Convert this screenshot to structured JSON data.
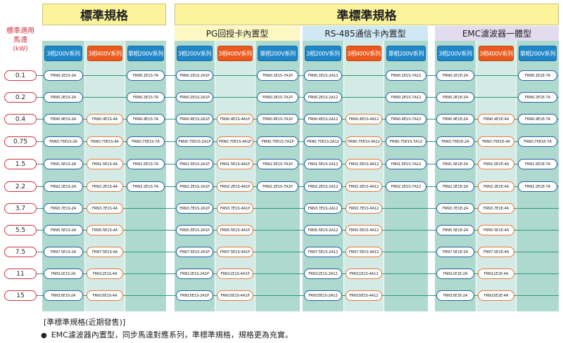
{
  "headers": {
    "standard": "標準規格",
    "quasi": "準標準規格",
    "rating": [
      "標準適用",
      "馬達",
      "(kW)"
    ],
    "groups": [
      "PG回授卡內置型",
      "RS-485通信卡內置型",
      "EMC濾波器一體型"
    ]
  },
  "series_labels": {
    "p3_200": "3相200V系列",
    "p3_400": "3相400V系列",
    "p1_200": "單相200V系列"
  },
  "ratings": [
    "0.1",
    "0.2",
    "0.4",
    "0.75",
    "1.5",
    "2.2",
    "3.7",
    "5.5",
    "7.5",
    "11",
    "15"
  ],
  "models": {
    "std_200": [
      "FRN0.1E1S-2A",
      "FRN0.2E1S-2A",
      "FRN0.4E1S-2A",
      "FRN0.75E1S-2A",
      "FRN1.5E1S-2A",
      "FRN2.2E1S-2A",
      "FRN3.7E1S-2A",
      "FRN5.5E1S-2A",
      "FRN7.5E1S-2A",
      "FRN11E1S-2A",
      "FRN15E1S-2A"
    ],
    "std_400": [
      "",
      "",
      "FRN0.4E1S-4A",
      "FRN0.75E1S-4A",
      "FRN1.5E1S-4A",
      "FRN2.2E1S-4A",
      "FRN3.7E1S-4A",
      "FRN5.5E1S-4A",
      "FRN7.5E1S-4A",
      "FRN11E1S-4A",
      "FRN15E1S-4A"
    ],
    "std_1p": [
      "FRN0.1E1S-7A",
      "FRN0.2E1S-7A",
      "FRN0.4E1S-7A",
      "FRN0.75E1S-7A",
      "FRN1.5E1S-7A",
      "FRN2.2E1S-7A",
      "",
      "",
      "",
      "",
      ""
    ],
    "pg_200": [
      "FRN0.1E1S-2A1P",
      "FRN0.2E1S-2A1P",
      "FRN0.4E1S-2A1P",
      "FRN0.75E1S-2A1P",
      "FRN1.5E1S-2A1P",
      "FRN2.2E1S-2A1P",
      "FRN3.7E1S-2A1P",
      "FRN5.5E1S-2A1P",
      "FRN7.5E1S-2A1P",
      "FRN11E1S-2A1P",
      "FRN15E1S-2A1P"
    ],
    "pg_400": [
      "",
      "",
      "FRN0.4E1S-4A1P",
      "FRN0.75E1S-4A1P",
      "FRN1.5E1S-4A1P",
      "FRN2.2E1S-4A1P",
      "FRN3.7E1S-4A1P",
      "FRN5.5E1S-4A1P",
      "FRN7.5E1S-4A1P",
      "FRN11E1S-4A1P",
      "FRN15E1S-4A1P"
    ],
    "pg_1p": [
      "FRN0.1E1S-7A1P",
      "FRN0.2E1S-7A1P",
      "FRN0.4E1S-7A1P",
      "FRN0.75E1S-7A1P",
      "FRN1.5E1S-7A1P",
      "FRN2.2E1S-7A1P",
      "",
      "",
      "",
      "",
      ""
    ],
    "rs_200": [
      "FRN0.1E1S-2A12",
      "FRN0.2E1S-2A12",
      "FRN0.4E1S-2A12",
      "FRN0.75E1S-2A12",
      "FRN1.5E1S-2A12",
      "FRN2.2E1S-2A12",
      "FRN3.7E1S-2A12",
      "FRN5.5E1S-2A12",
      "FRN7.5E1S-2A12",
      "FRN11E1S-2A12",
      "FRN15E1S-2A12"
    ],
    "rs_400": [
      "",
      "",
      "FRN0.4E1S-4A12",
      "FRN0.75E1S-4A12",
      "FRN1.5E1S-4A12",
      "FRN2.2E1S-4A12",
      "FRN3.7E1S-4A12",
      "FRN5.5E1S-4A12",
      "FRN7.5E1S-4A12",
      "FRN11E1S-4A12",
      "FRN15E1S-4A12"
    ],
    "rs_1p": [
      "FRN0.1E1S-7A12",
      "FRN0.2E1S-7A12",
      "FRN0.4E1S-7A12",
      "FRN0.75E1S-7A12",
      "FRN1.5E1S-7A12",
      "FRN2.2E1S-7A12",
      "",
      "",
      "",
      "",
      ""
    ],
    "emc_200": [
      "FRN0.1E1E-2A",
      "FRN0.2E1E-2A",
      "FRN0.4E1E-2A",
      "FRN0.75E1E-2A",
      "FRN1.5E1E-2A",
      "FRN2.2E1E-2A",
      "FRN3.7E1E-2A",
      "FRN5.5E1E-2A",
      "FRN7.5E1E-2A",
      "FRN11E1E-2A",
      "FRN15E1E-2A"
    ],
    "emc_400": [
      "",
      "",
      "FRN0.4E1E-4A",
      "FRN0.75E1E-4A",
      "FRN1.5E1E-4A",
      "FRN2.2E1E-4A",
      "FRN3.7E1E-4A",
      "FRN5.5E1E-4A",
      "FRN7.5E1E-4A",
      "FRN11E1E-4A",
      "FRN15E1E-4A"
    ],
    "emc_1p": [
      "FRN0.1E1E-7A",
      "FRN0.2E1E-7A",
      "FRN0.4E1E-7A",
      "FRN0.75E1E-7A",
      "FRN1.5E1E-7A",
      "FRN2.2E1E-7A",
      "",
      "",
      "",
      "",
      ""
    ]
  },
  "notes": {
    "line1": "[準標準規格(近期發售)]",
    "bullet": "●",
    "line2": "EMC濾波器內置型，同步馬達對應系列，準標準規格，規格更為充實。"
  },
  "colors": {
    "band_dark": "#aed9cf",
    "band_light": "#d3ebe4",
    "header_yellow": "#fcf39a",
    "pg_sub": "#fdf7c4",
    "rs_sub": "#cfe8f4",
    "emc_sub": "#e2dcef",
    "blue": "#1f86c8",
    "orange": "#ea5a1f",
    "line_green": "#2e9a74",
    "kw_red": "#cf3440"
  }
}
